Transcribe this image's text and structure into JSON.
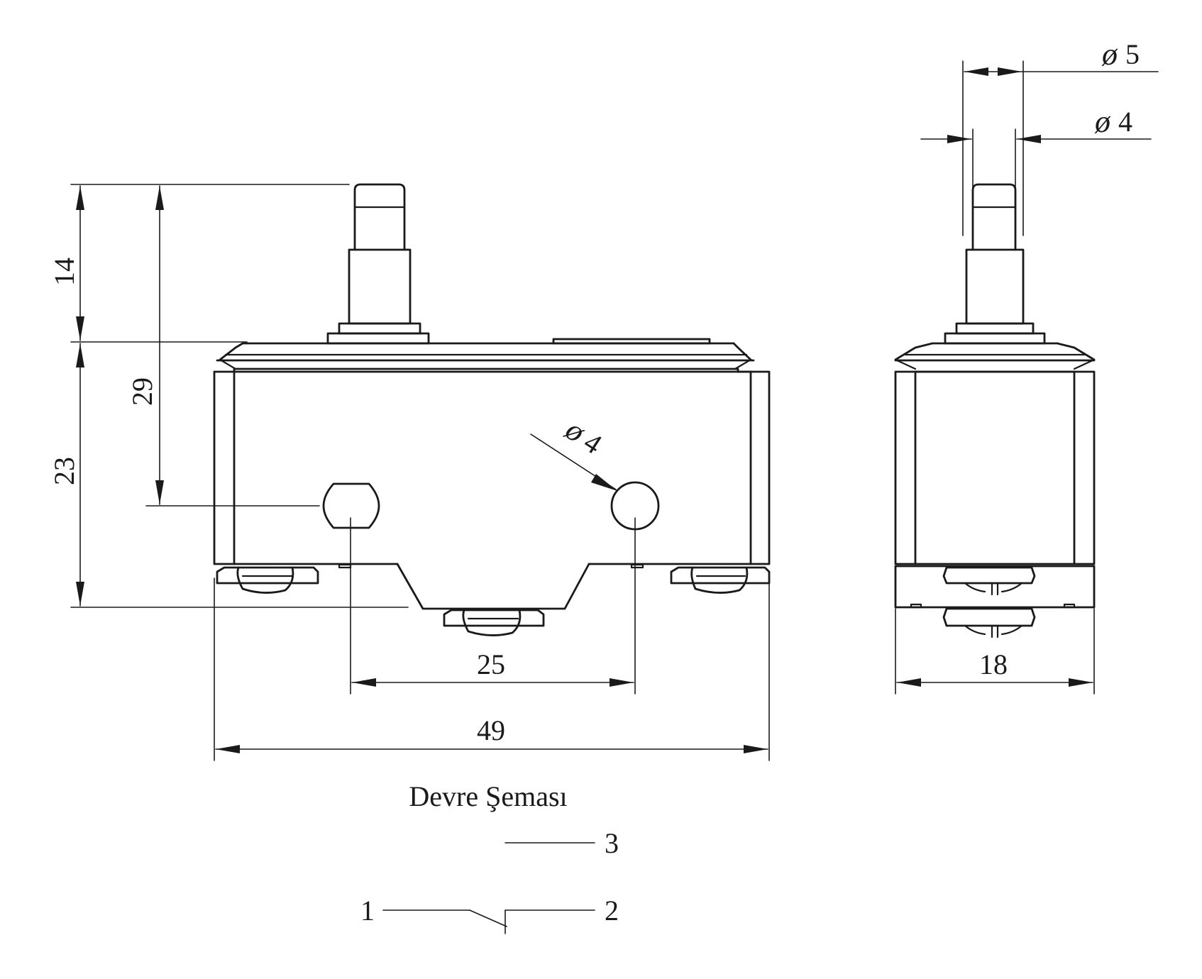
{
  "dimensions": {
    "plunger_height": "14",
    "mount_hole_height": "29",
    "body_height": "23",
    "hole_spacing": "25",
    "body_length": "49",
    "body_width": "18",
    "plunger_outer_diameter": "5",
    "plunger_tip_diameter": "4",
    "mount_hole_diameter": "4",
    "diameter_symbol": "ø"
  },
  "circuit": {
    "title": "Devre Şeması",
    "terminal_nc": "3",
    "terminal_com": "1",
    "terminal_no": "2"
  },
  "colors": {
    "ink": "#1a1a1a",
    "background": "#ffffff"
  }
}
